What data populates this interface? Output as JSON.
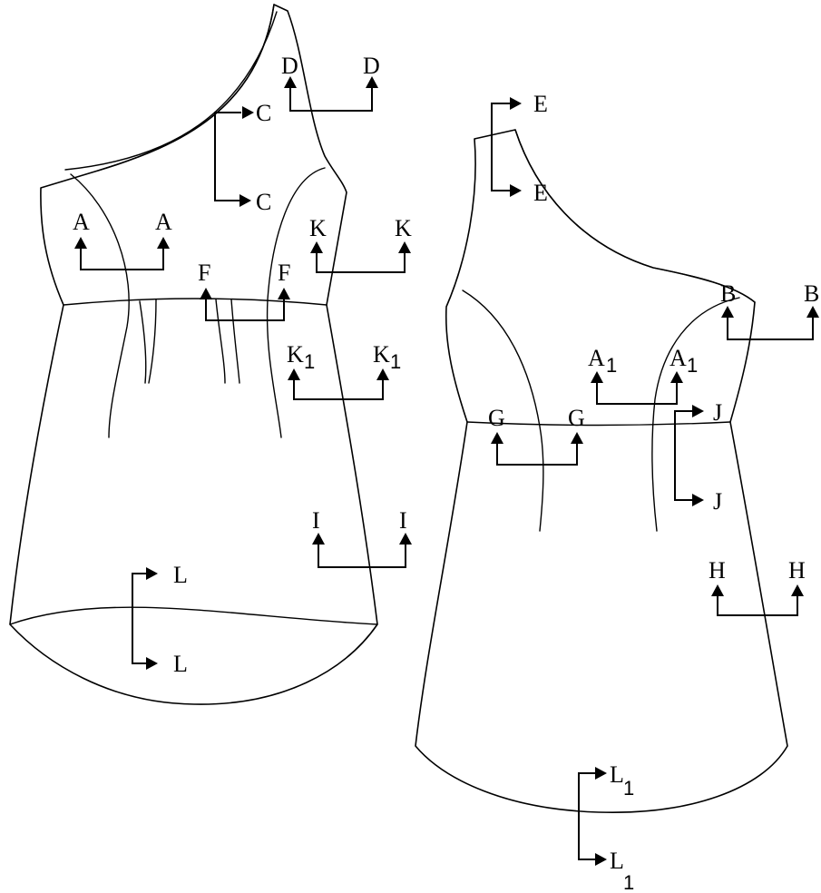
{
  "colors": {
    "line": "#000000",
    "background": "#ffffff"
  },
  "labels": {
    "A": "A",
    "B": "B",
    "C": "C",
    "D": "D",
    "E": "E",
    "F": "F",
    "G": "G",
    "H": "H",
    "I": "I",
    "J": "J",
    "K": "K",
    "L": "L",
    "sub1": "1"
  }
}
